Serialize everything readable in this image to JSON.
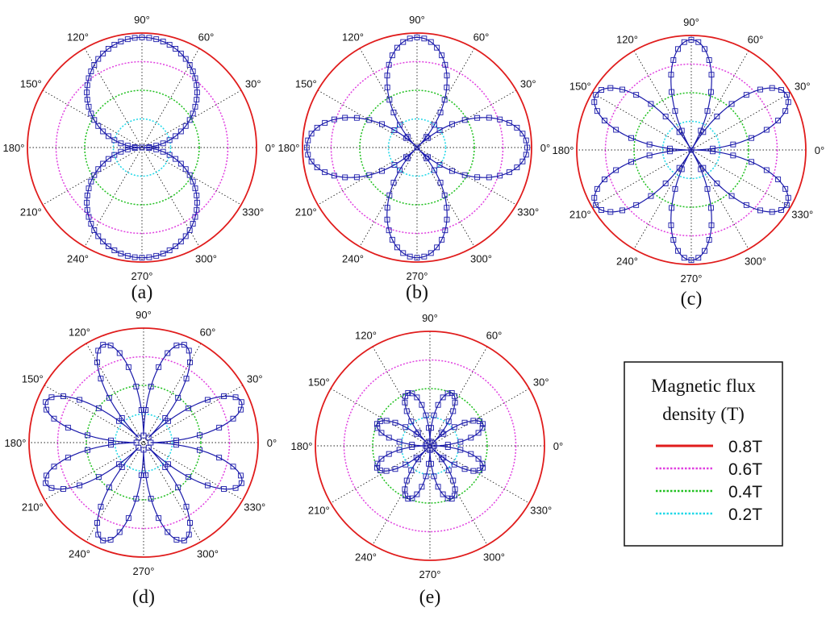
{
  "chart_data": [
    {
      "type": "polar",
      "panel": "(a)",
      "theta_ticks": [
        "0°",
        "30°",
        "60°",
        "90°",
        "120°",
        "150°",
        "180°",
        "210°",
        "240°",
        "270°",
        "300°",
        "330°"
      ],
      "r_rings": [
        0.2,
        0.4,
        0.6,
        0.8
      ],
      "rlim": [
        0,
        0.8
      ],
      "series": [
        {
          "shape": "rose",
          "petals": 2,
          "max_r": 0.77,
          "orientation_deg": 90,
          "min_r": 0.0,
          "marker": "square",
          "color": "#1a1aaa"
        }
      ]
    },
    {
      "type": "polar",
      "panel": "(b)",
      "theta_ticks": [
        "0°",
        "30°",
        "60°",
        "90°",
        "120°",
        "150°",
        "180°",
        "210°",
        "240°",
        "270°",
        "300°",
        "330°"
      ],
      "r_rings": [
        0.2,
        0.4,
        0.6,
        0.8
      ],
      "rlim": [
        0,
        0.8
      ],
      "series": [
        {
          "shape": "rose",
          "petals": 4,
          "max_r": 0.77,
          "orientation_deg": 0,
          "min_r": 0.0,
          "marker": "square",
          "color": "#1a1aaa"
        }
      ]
    },
    {
      "type": "polar",
      "panel": "(c)",
      "theta_ticks": [
        "0°",
        "30°",
        "60°",
        "90°",
        "120°",
        "150°",
        "180°",
        "210°",
        "240°",
        "270°",
        "300°",
        "330°"
      ],
      "r_rings": [
        0.2,
        0.4,
        0.6,
        0.8
      ],
      "rlim": [
        0,
        0.8
      ],
      "series": [
        {
          "shape": "rose",
          "petals": 6,
          "max_r": 0.77,
          "orientation_deg": 90,
          "min_r": 0.0,
          "marker": "square",
          "color": "#1a1aaa"
        }
      ]
    },
    {
      "type": "polar",
      "panel": "(d)",
      "theta_ticks": [
        "0°",
        "30°",
        "60°",
        "90°",
        "120°",
        "150°",
        "180°",
        "210°",
        "240°",
        "270°",
        "300°",
        "330°"
      ],
      "r_rings": [
        0.2,
        0.4,
        0.6,
        0.8
      ],
      "rlim": [
        0,
        0.8
      ],
      "series": [
        {
          "shape": "rose",
          "petals": 8,
          "max_r": 0.74,
          "orientation_deg": 22.5,
          "min_r": 0.05,
          "marker": "square",
          "color": "#1a1aaa"
        }
      ]
    },
    {
      "type": "polar",
      "panel": "(e)",
      "theta_ticks": [
        "0°",
        "30°",
        "60°",
        "90°",
        "120°",
        "150°",
        "180°",
        "210°",
        "240°",
        "270°",
        "300°",
        "330°"
      ],
      "r_rings": [
        0.2,
        0.4,
        0.6,
        0.8
      ],
      "rlim": [
        0,
        0.8
      ],
      "series": [
        {
          "shape": "rose",
          "petals": 8,
          "max_r": 0.4,
          "orientation_deg": 22.5,
          "min_r": 0.03,
          "marker": "square",
          "color": "#1a1aaa"
        }
      ]
    }
  ],
  "legend": {
    "title_line1": "Magnetic flux",
    "title_line2": "density (T)",
    "items": [
      {
        "label": "0.8T",
        "color": "#e01c1c",
        "style": "solid"
      },
      {
        "label": "0.6T",
        "color": "#e040e0",
        "style": "dotted"
      },
      {
        "label": "0.4T",
        "color": "#1fc01f",
        "style": "dotted"
      },
      {
        "label": "0.2T",
        "color": "#20d8e8",
        "style": "dotted"
      }
    ]
  }
}
